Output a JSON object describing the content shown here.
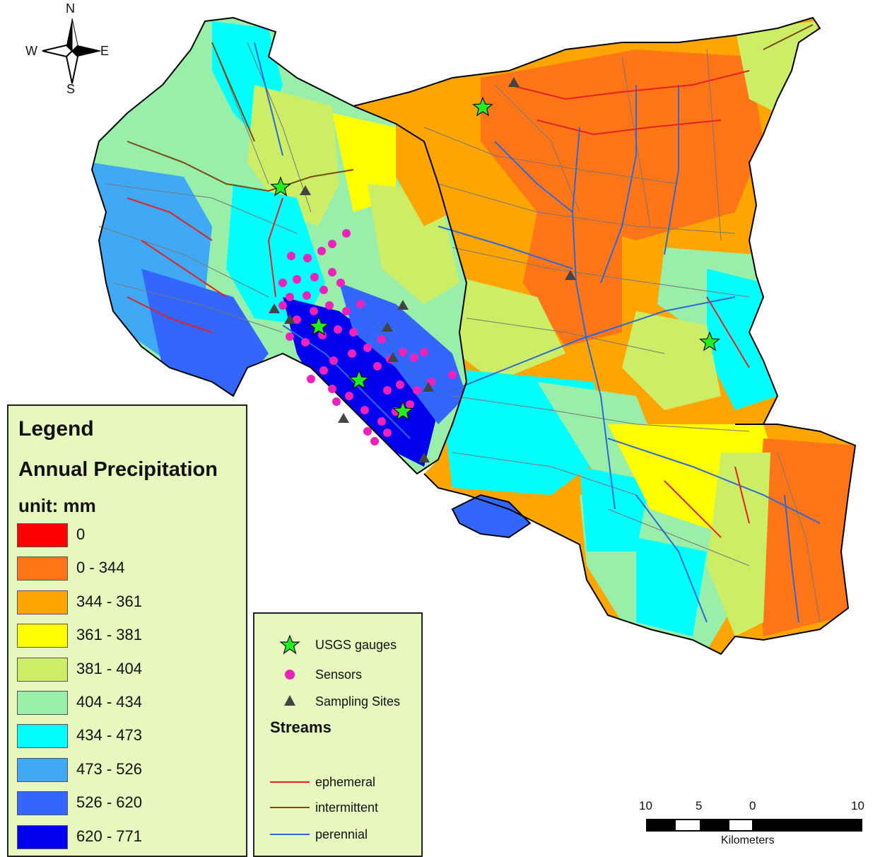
{
  "legend": {
    "title": "Legend",
    "subtitle": "Annual Precipitation",
    "unit": "unit: mm",
    "classes": [
      {
        "label": "0",
        "color": "#ff0000"
      },
      {
        "label": "0 - 344",
        "color": "#ff7518"
      },
      {
        "label": "344 - 361",
        "color": "#ffa500"
      },
      {
        "label": "361 - 381",
        "color": "#ffff00"
      },
      {
        "label": "381 - 404",
        "color": "#ccee66"
      },
      {
        "label": "404 - 434",
        "color": "#99eeaa"
      },
      {
        "label": "434 - 473",
        "color": "#00ffff"
      },
      {
        "label": "473 - 526",
        "color": "#3fa9f5"
      },
      {
        "label": "526 - 620",
        "color": "#3366ff"
      },
      {
        "label": "620 - 771",
        "color": "#0000ee"
      }
    ]
  },
  "symbols": {
    "usgs_gauges": {
      "label": "USGS gauges",
      "color": "#22ee22"
    },
    "sensors": {
      "label": "Sensors",
      "color": "#ee22bb"
    },
    "sampling_sites": {
      "label": "Sampling Sites",
      "color": "#444444"
    },
    "streams_heading": "Streams",
    "streams": [
      {
        "label": "ephemeral",
        "color": "#e82020"
      },
      {
        "label": "intermittent",
        "color": "#7a4a10"
      },
      {
        "label": "perennial",
        "color": "#2a6ad8"
      }
    ]
  },
  "scale": {
    "ticks": [
      "10",
      "5",
      "0",
      "10"
    ],
    "units": "Kilometers"
  },
  "compass": {
    "n": "N",
    "s": "S",
    "e": "E",
    "w": "W"
  }
}
